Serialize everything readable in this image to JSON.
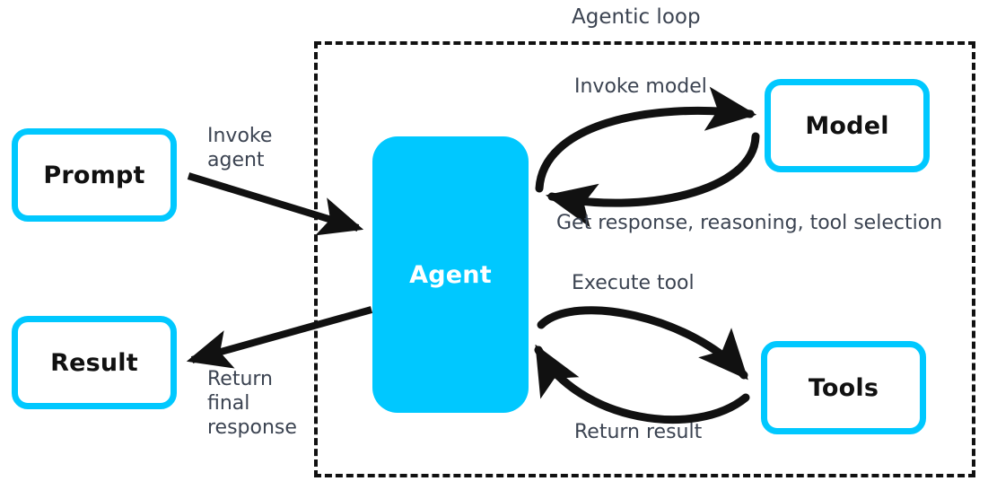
{
  "diagram": {
    "title": "Agentic loop",
    "accent_color": "#00c8ff",
    "line_color": "#111111",
    "text_color": "#3b4351",
    "background": "#ffffff"
  },
  "boundary": {
    "label": "Agentic loop",
    "style": "dashed"
  },
  "nodes": {
    "prompt": {
      "label": "Prompt",
      "style": "outline"
    },
    "result": {
      "label": "Result",
      "style": "outline"
    },
    "agent": {
      "label": "Agent",
      "style": "filled"
    },
    "model": {
      "label": "Model",
      "style": "outline"
    },
    "tools": {
      "label": "Tools",
      "style": "outline"
    }
  },
  "edges": {
    "invoke_agent": {
      "label": "Invoke\nagent",
      "from": "prompt",
      "to": "agent"
    },
    "return_final_response": {
      "label": "Return\nfinal\nresponse",
      "from": "agent",
      "to": "result"
    },
    "invoke_model": {
      "label": "Invoke model",
      "from": "agent",
      "to": "model"
    },
    "get_response": {
      "label": "Get response, reasoning, tool selection",
      "from": "model",
      "to": "agent"
    },
    "execute_tool": {
      "label": "Execute tool",
      "from": "agent",
      "to": "tools"
    },
    "return_result": {
      "label": "Return result",
      "from": "tools",
      "to": "agent"
    }
  }
}
